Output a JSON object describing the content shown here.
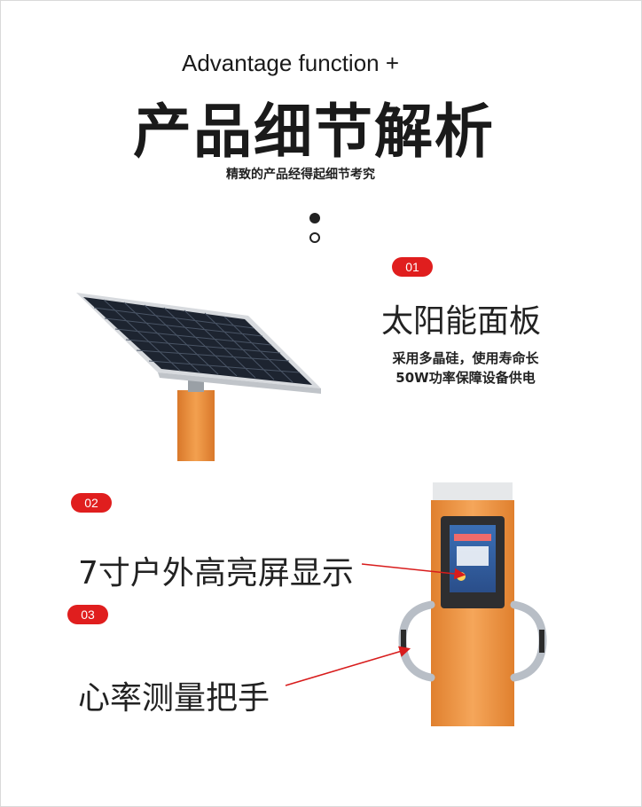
{
  "header": {
    "en_title": "Advantage function +",
    "cn_title": "产品细节解析",
    "subtitle": "精致的产品经得起细节考究"
  },
  "features": [
    {
      "number": "01",
      "title": "太阳能面板",
      "desc": [
        "采用多晶硅，使用寿命长",
        "50W功率保障设备供电"
      ]
    },
    {
      "number": "02",
      "title": "7寸户外高亮屏显示"
    },
    {
      "number": "03",
      "title": "心率测量把手"
    }
  ],
  "colors": {
    "badge": "#e01e1e",
    "pole_orange": "#f0933a",
    "arrow": "#d81c1c"
  }
}
